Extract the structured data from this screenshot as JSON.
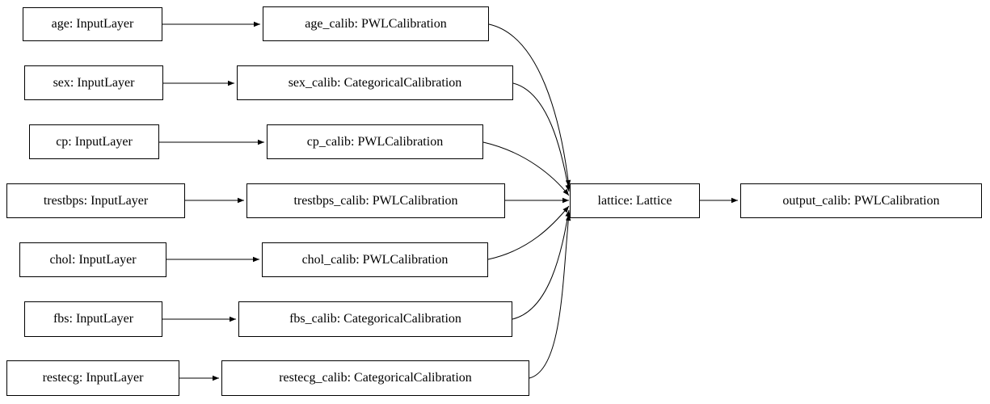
{
  "diagram": {
    "kind": "model-graph",
    "colors": {
      "node_border": "#000000",
      "node_fill": "#ffffff",
      "edge": "#000000",
      "background": "#ffffff"
    },
    "nodes": {
      "age": {
        "label": "age: InputLayer"
      },
      "age_calib": {
        "label": "age_calib: PWLCalibration"
      },
      "sex": {
        "label": "sex: InputLayer"
      },
      "sex_calib": {
        "label": "sex_calib: CategoricalCalibration"
      },
      "cp": {
        "label": "cp: InputLayer"
      },
      "cp_calib": {
        "label": "cp_calib: PWLCalibration"
      },
      "trestbps": {
        "label": "trestbps: InputLayer"
      },
      "trestbps_calib": {
        "label": "trestbps_calib: PWLCalibration"
      },
      "chol": {
        "label": "chol: InputLayer"
      },
      "chol_calib": {
        "label": "chol_calib: PWLCalibration"
      },
      "fbs": {
        "label": "fbs: InputLayer"
      },
      "fbs_calib": {
        "label": "fbs_calib: CategoricalCalibration"
      },
      "restecg": {
        "label": "restecg: InputLayer"
      },
      "restecg_calib": {
        "label": "restecg_calib: CategoricalCalibration"
      },
      "lattice": {
        "label": "lattice: Lattice"
      },
      "output_calib": {
        "label": "output_calib: PWLCalibration"
      }
    },
    "edges": [
      {
        "from": "age",
        "to": "age_calib"
      },
      {
        "from": "sex",
        "to": "sex_calib"
      },
      {
        "from": "cp",
        "to": "cp_calib"
      },
      {
        "from": "trestbps",
        "to": "trestbps_calib"
      },
      {
        "from": "chol",
        "to": "chol_calib"
      },
      {
        "from": "fbs",
        "to": "fbs_calib"
      },
      {
        "from": "restecg",
        "to": "restecg_calib"
      },
      {
        "from": "age_calib",
        "to": "lattice"
      },
      {
        "from": "sex_calib",
        "to": "lattice"
      },
      {
        "from": "cp_calib",
        "to": "lattice"
      },
      {
        "from": "trestbps_calib",
        "to": "lattice"
      },
      {
        "from": "chol_calib",
        "to": "lattice"
      },
      {
        "from": "fbs_calib",
        "to": "lattice"
      },
      {
        "from": "restecg_calib",
        "to": "lattice"
      },
      {
        "from": "lattice",
        "to": "output_calib"
      }
    ]
  }
}
